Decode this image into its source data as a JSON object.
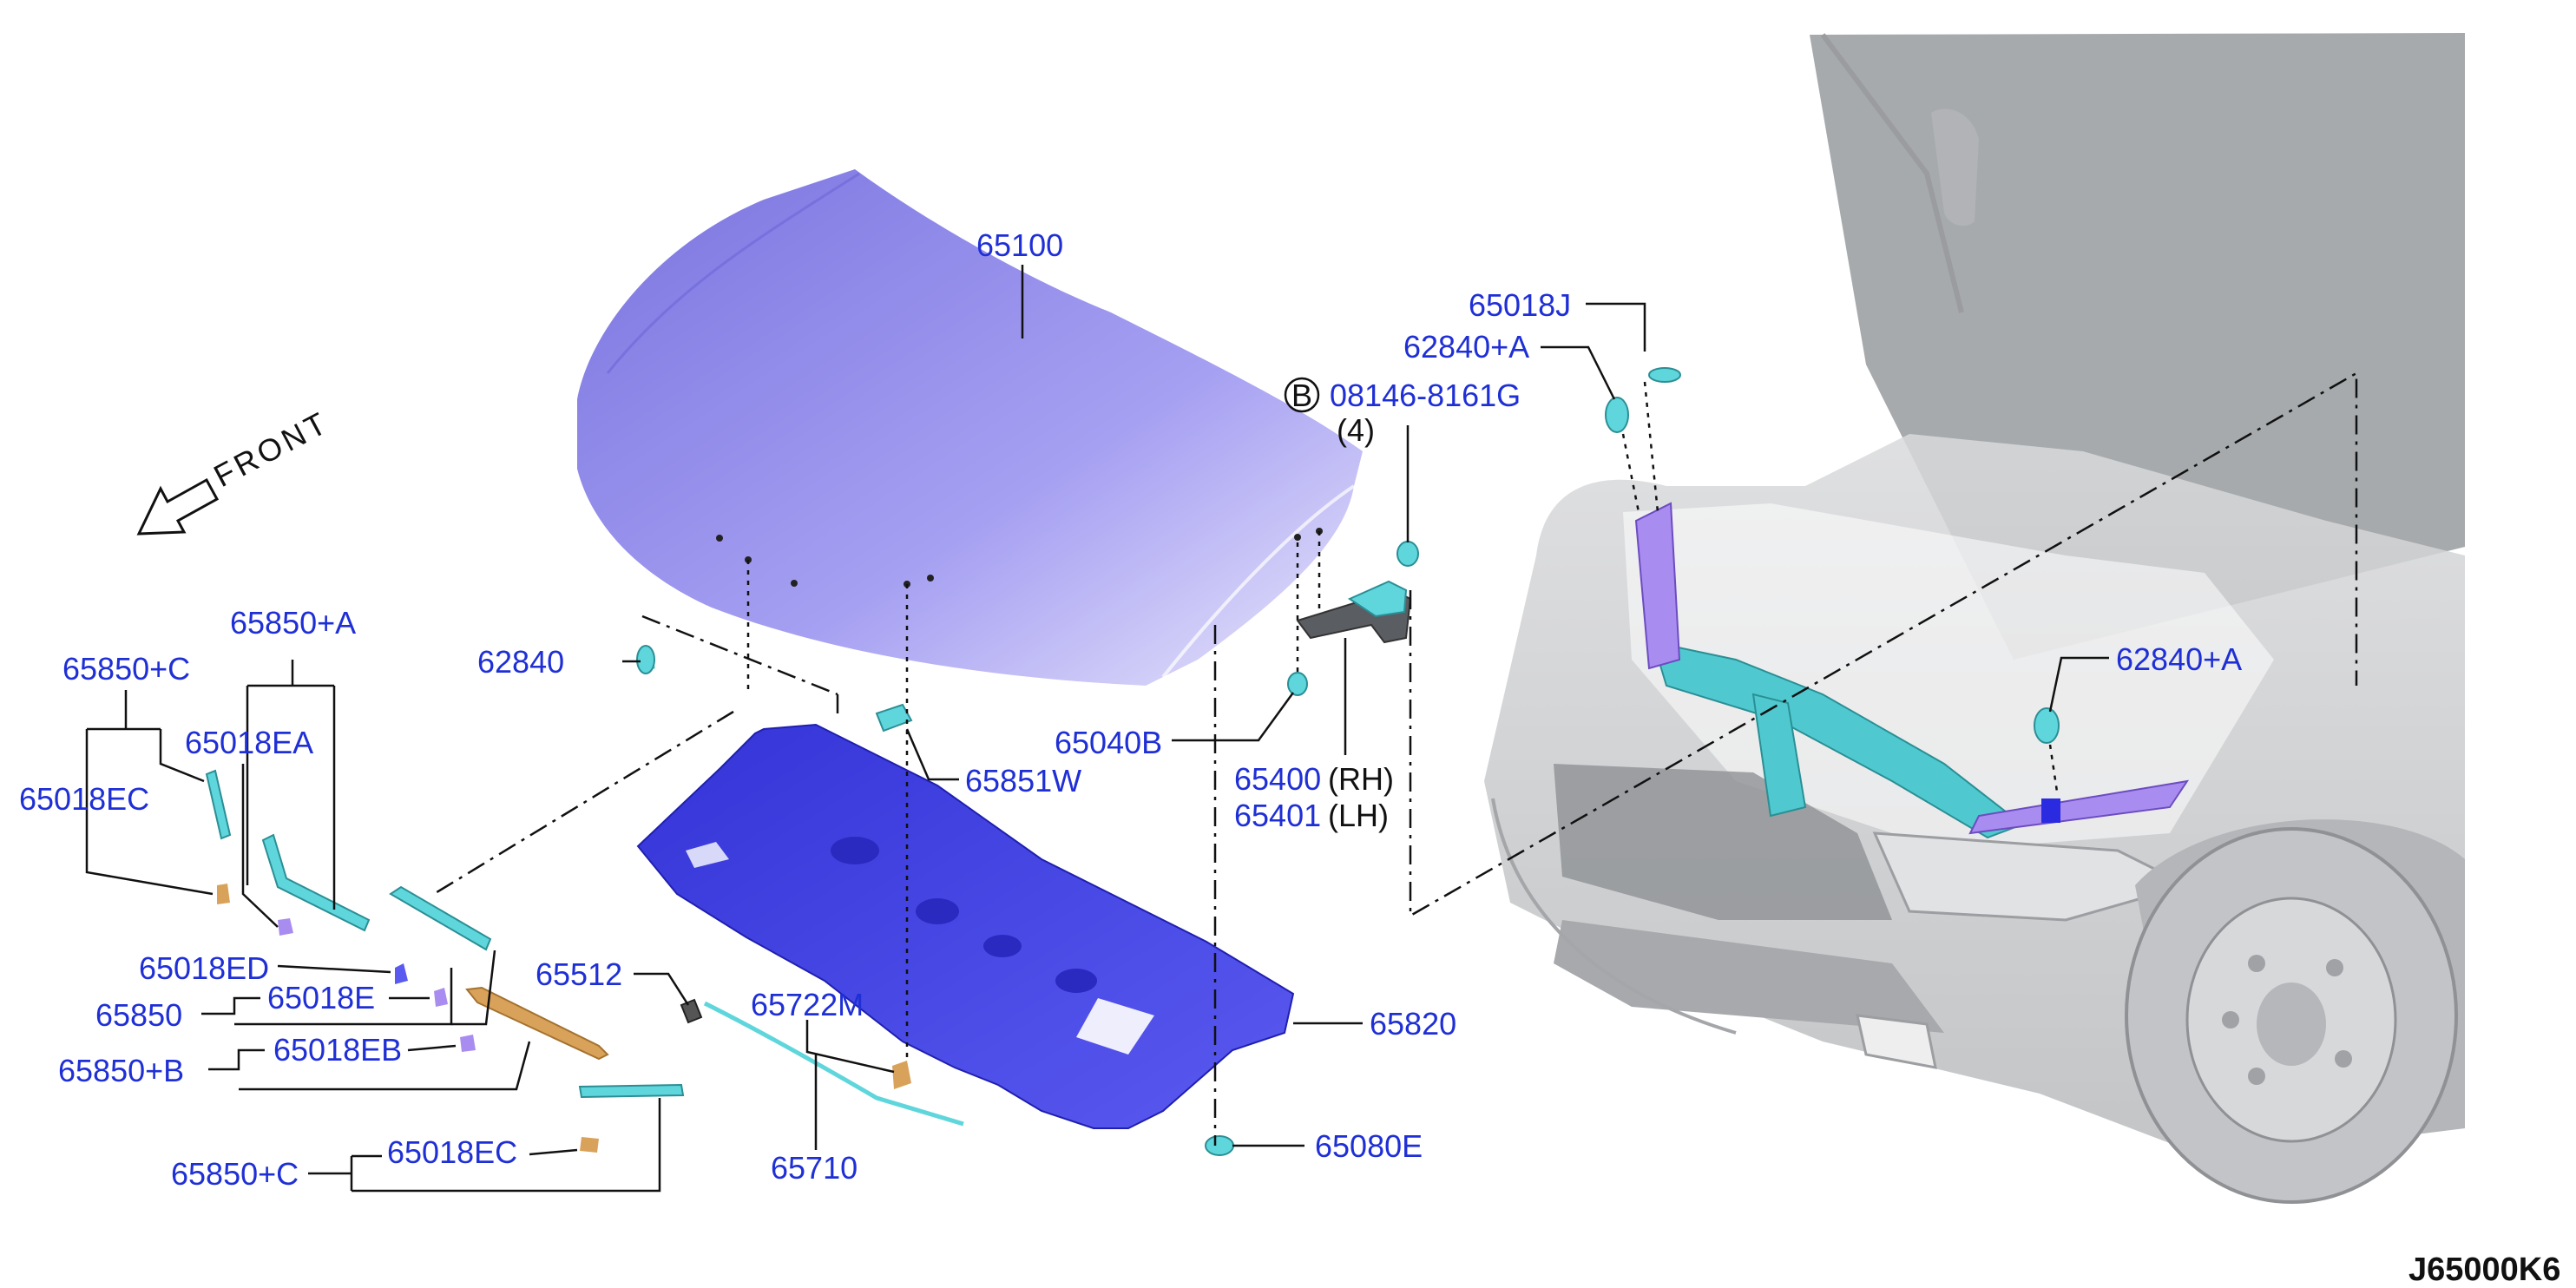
{
  "figure_code": "J65000K6",
  "direction_label": "FRONT",
  "colors": {
    "label": "#1f2fd6",
    "hood": "#8c86e8",
    "insulator": "#3a3ae8",
    "teal_part": "#5fd6dc",
    "orange_part": "#d9a25a",
    "violet_part": "#a98cf0",
    "car_body": "#c7c9cb"
  },
  "parts": [
    {
      "id": "p65100",
      "code": "65100"
    },
    {
      "id": "p65018j",
      "code": "65018J"
    },
    {
      "id": "p62840a_top",
      "code": "62840+A"
    },
    {
      "id": "p08146",
      "code": "08146-8161G",
      "marker": "B",
      "qty": "(4)"
    },
    {
      "id": "p62840",
      "code": "62840"
    },
    {
      "id": "p65040b",
      "code": "65040B"
    },
    {
      "id": "p65400",
      "code": "65400",
      "side": "(RH)"
    },
    {
      "id": "p65401",
      "code": "65401",
      "side": "(LH)"
    },
    {
      "id": "p62840a_right",
      "code": "62840+A"
    },
    {
      "id": "p65851w",
      "code": "65851W"
    },
    {
      "id": "p65850a",
      "code": "65850+A"
    },
    {
      "id": "p65850c_top",
      "code": "65850+C"
    },
    {
      "id": "p65018ea",
      "code": "65018EA"
    },
    {
      "id": "p65018ec_top",
      "code": "65018EC"
    },
    {
      "id": "p65018ed",
      "code": "65018ED"
    },
    {
      "id": "p65850",
      "code": "65850"
    },
    {
      "id": "p65018e",
      "code": "65018E"
    },
    {
      "id": "p65512",
      "code": "65512"
    },
    {
      "id": "p65722m",
      "code": "65722M"
    },
    {
      "id": "p65820",
      "code": "65820"
    },
    {
      "id": "p65850b",
      "code": "65850+B"
    },
    {
      "id": "p65018eb",
      "code": "65018EB"
    },
    {
      "id": "p65850c_bot",
      "code": "65850+C"
    },
    {
      "id": "p65018ec_bot",
      "code": "65018EC"
    },
    {
      "id": "p65710",
      "code": "65710"
    },
    {
      "id": "p65080e",
      "code": "65080E"
    }
  ]
}
